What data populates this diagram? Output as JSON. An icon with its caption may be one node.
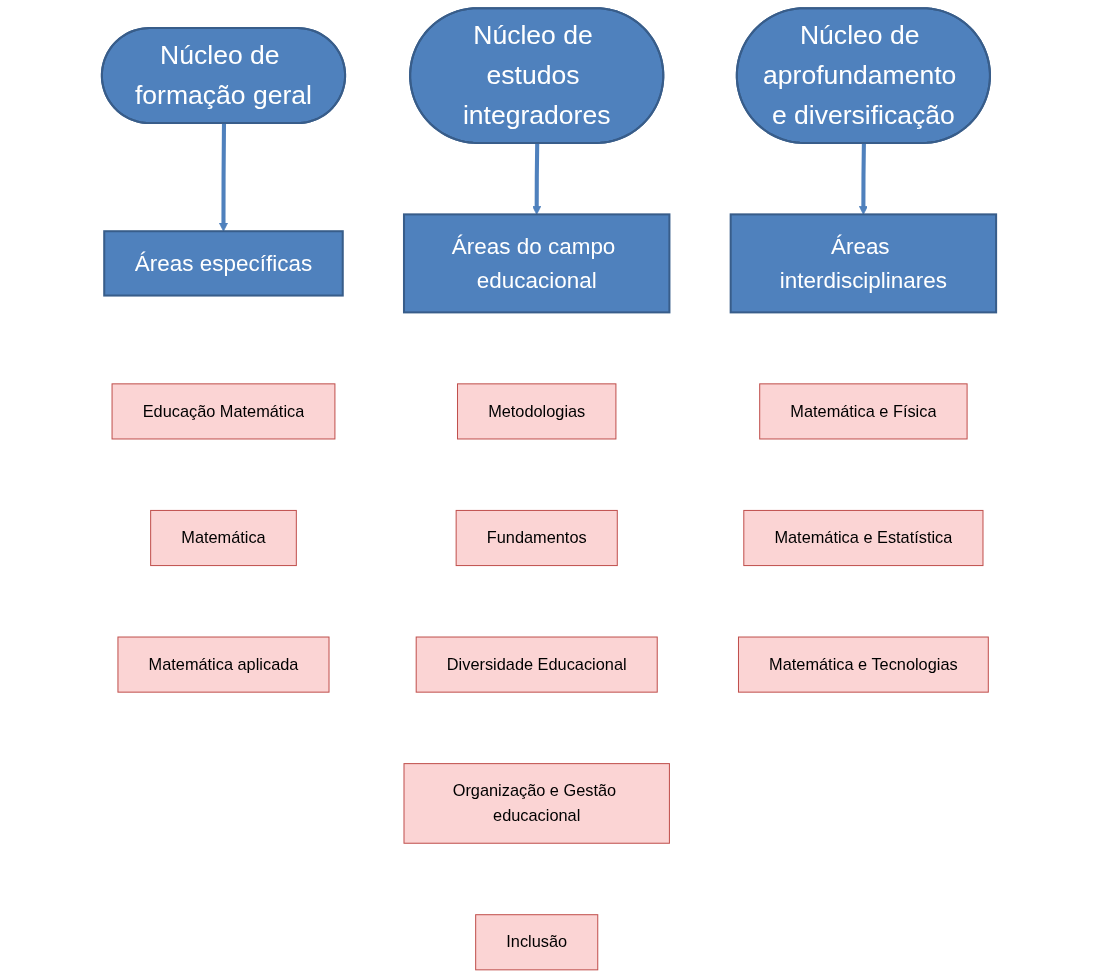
{
  "diagram": {
    "nodes": [
      {
        "text": [
          "Núcleo de formação geral"
        ]
      },
      {
        "text": [
          "Núcleo de estudos integradores"
        ]
      },
      {
        "text": [
          "Núcleo de aprofundamento e diversificação"
        ]
      },
      {
        "text": [
          "Áreas específicas"
        ]
      },
      {
        "text": [
          "Áreas do campo educacional"
        ]
      },
      {
        "text": [
          "Áreas interdisciplinares"
        ]
      },
      {
        "text": [
          "Educação Matemática"
        ]
      },
      {
        "text": [
          "Matemática"
        ]
      },
      {
        "text": [
          "Matemática aplicada"
        ]
      },
      {
        "text": [
          "Metodologias"
        ]
      },
      {
        "text": [
          "Fundamentos"
        ]
      },
      {
        "text": [
          "Diversidade Educacional"
        ]
      },
      {
        "text": [
          "Organização e Gestão educacional"
        ]
      },
      {
        "text": [
          "Inclusão"
        ]
      },
      {
        "text": [
          "Matemática e Física"
        ]
      },
      {
        "text": [
          "Matemática e Estatística"
        ]
      },
      {
        "text": [
          "Matemática e Tecnologias"
        ]
      }
    ],
    "edges": [
      {
        "from": 0,
        "to": 3,
        "arrow": "to"
      },
      {
        "from": 1,
        "to": 4,
        "arrow": "to"
      },
      {
        "from": 2,
        "to": 5,
        "arrow": "to"
      }
    ]
  }
}
